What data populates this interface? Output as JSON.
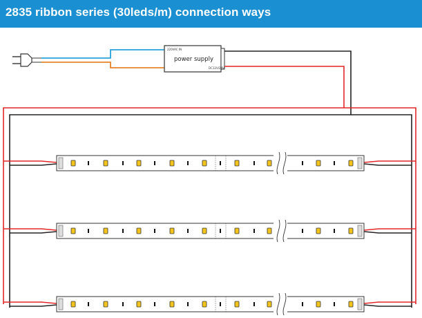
{
  "header": {
    "title": "2835 ribbon series (30leds/m) connection ways",
    "background": "#1a8fd1",
    "text_color": "#ffffff"
  },
  "power_supply": {
    "label": "power supply",
    "input_label": "220VAC IN",
    "output_label": "DC12V/24V"
  },
  "wires": {
    "positive_color": "#e32626",
    "negative_color": "#222222",
    "ac_live_color": "#27a0da",
    "ac_neutral_color": "#e8832b"
  },
  "strips": [
    {
      "name": "strip-1"
    },
    {
      "name": "strip-2"
    },
    {
      "name": "strip-3"
    }
  ],
  "icons": [
    "ac-plug-icon",
    "led-chip-icon",
    "cut-mark-icon",
    "break-mark-icon"
  ]
}
